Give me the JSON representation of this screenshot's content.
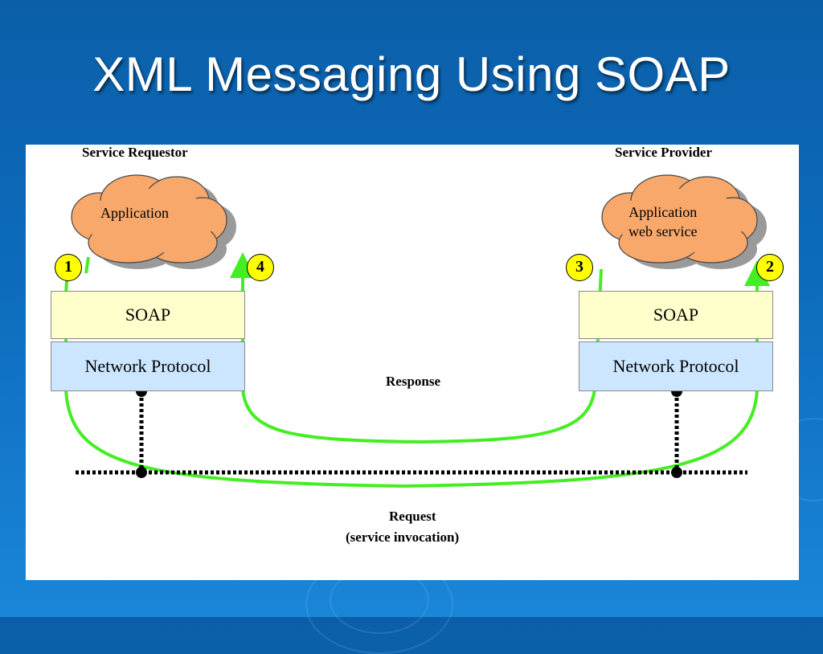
{
  "slide": {
    "title": "XML Messaging Using SOAP"
  },
  "diagram": {
    "requestor": {
      "heading": "Service Requestor",
      "cloud_label": "Application",
      "soap_label": "SOAP",
      "network_label": "Network Protocol"
    },
    "provider": {
      "heading": "Service Provider",
      "cloud_line1": "Application",
      "cloud_line2": "web service",
      "soap_label": "SOAP",
      "network_label": "Network Protocol"
    },
    "steps": [
      "1",
      "2",
      "3",
      "4"
    ],
    "response_label": "Response",
    "request_label": "Request",
    "request_sublabel": "(service invocation)",
    "colors": {
      "background": "#0d6bbd",
      "cloud_fill": "#f8a86a",
      "soap_fill": "#ffffcc",
      "network_fill": "#cce6ff",
      "flow_line": "#44ee22",
      "badge_fill": "#ffff00"
    }
  }
}
